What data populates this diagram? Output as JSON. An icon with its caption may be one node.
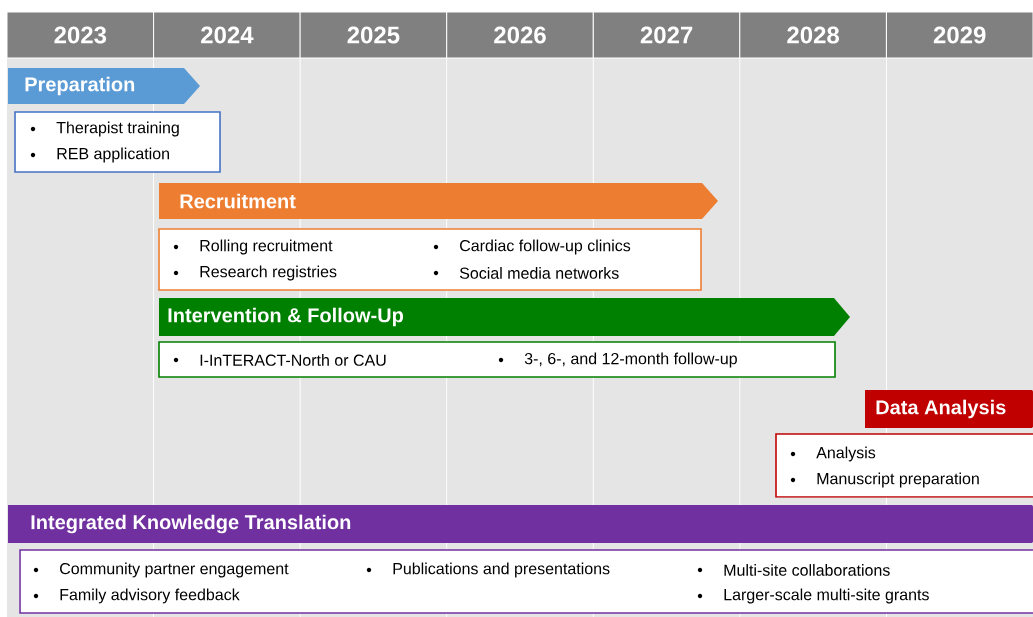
{
  "diagram": {
    "nodes": [
      {
        "text": [
          "2023"
        ]
      },
      {
        "text": [
          "2024"
        ]
      },
      {
        "text": [
          "2025"
        ]
      },
      {
        "text": [
          "2026"
        ]
      },
      {
        "text": [
          "2027"
        ]
      },
      {
        "text": [
          "2028"
        ]
      },
      {
        "text": [
          "2029"
        ]
      },
      {
        "text": [
          "Preparation"
        ]
      },
      {
        "text": [
          "Therapist training",
          "REB application"
        ]
      },
      {
        "text": [
          "Recruitment"
        ]
      },
      {
        "text": [
          "Rolling recruitment",
          "Cardiac follow-up clinics",
          "Research registries",
          "Social media networks"
        ]
      },
      {
        "text": [
          "Intervention & Follow-Up"
        ]
      },
      {
        "text": [
          "I-InTERACT-North  or CAU",
          "3-, 6-, and 12-month follow-up"
        ]
      },
      {
        "text": [
          "Data Analysis"
        ]
      },
      {
        "text": [
          "Analysis",
          "Manuscript preparation"
        ]
      },
      {
        "text": [
          "Integrated Knowledge Translation"
        ]
      },
      {
        "text": [
          "Community partner engagement",
          "Publications and presentations",
          "Multi-site collaborations",
          "Family advisory feedback",
          "Larger-scale multi-site grants"
        ]
      }
    ],
    "edges": []
  }
}
